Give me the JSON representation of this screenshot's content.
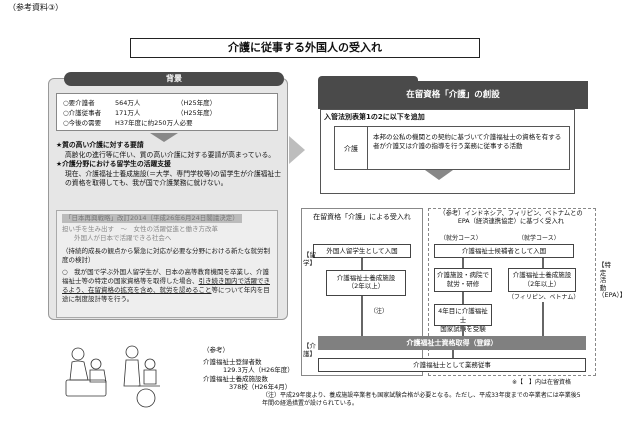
{
  "ref_label": "（参考資料③）",
  "title": "介護に従事する外国人の受入れ",
  "background": {
    "header": "背景",
    "stats": [
      {
        "bullet": "○要介護者",
        "value": "564万人",
        "note": "（H25年度）"
      },
      {
        "bullet": "○介護従事者",
        "value": "171万人",
        "note": "（H25年度）"
      },
      {
        "bullet": "○今後の需要",
        "value": "H37年度に約250万人必要",
        "note": ""
      }
    ],
    "need1_title": "★質の高い介護に対する要請",
    "need1_text": "高齢化の進行等に伴い、質の高い介護に対する要請が高まっている。",
    "need2_title": "★介護分野における留学生の活躍支援",
    "need2_text": "現在、介護福祉士養成施設(＝大学、専門学校等)の留学生が介護福祉士の資格を取得しても、我が国で介護業務に就けない。",
    "strategy_head": "「日本再興戦略」改訂2014（平成26年6月24日閣議決定）",
    "strategy_line1": "担い手を生み出す　～　女性の活躍促進と働き方改革",
    "strategy_line2": "外国人が日本で活躍できる社会へ",
    "strategy_line3": "（持続的成長の観点から緊急に対応が必要な分野における新たな就労制度の検討）",
    "strategy_line4a": "○　我が国で学ぶ外国人留学生が、日本の高等教育機関を卒業し、介護福祉士等の特定の国家資格等を取得した場合、",
    "strategy_line4b": "引き続き国内で活躍できるよう、在留資格の拡充を含め、就労を認めること",
    "strategy_line4c": "等について年内を目途に制度設計等を行う。",
    "ref_title": "（参考）",
    "ref_line1": "介護福祉士登録者数",
    "ref_line2": "129.3万人（H26年度）",
    "ref_line3": "介護福祉士養成施設数",
    "ref_line4": "378校（H26年4月）"
  },
  "right": {
    "header": "在留資格「介護」の創設",
    "law_title": "入管法別表第1の2に以下を追加",
    "law_key": "介護",
    "law_text": "本邦の公私の機関との契約に基づいて介護福祉士の資格を有する者が介護又は介護の指導を行う業務に従事する活動",
    "routeA_title": "在留資格「介護」による受入れ",
    "routeA_box1": "外国人留学生として入国",
    "routeA_box2a": "介護福祉士養成施設",
    "routeA_box2b": "（2年以上）",
    "routeA_side1": "【留学】",
    "routeA_side2": "【介護】",
    "note_mark": "（注）",
    "routeB_title1": "（参考）インドネシア、フィリピン、ベトナムとの",
    "routeB_title2": "EPA（経済連携協定）に基づく受入れ",
    "course1": "（就労コース）",
    "course2": "（就学コース）",
    "b_box1": "介護福祉士候補者として入国",
    "b_box2a": "介護施設・病院で就労・研修",
    "b_box3a": "介護福祉士養成施設",
    "b_box3b": "（2年以上）",
    "b_ph": "（フィリピン、ベトナム）",
    "b_box4a": "4年目に介護福祉士",
    "b_box4b": "国家試験を受験",
    "side_epa": "【特定活動（EPA）】",
    "exam_bar": "介護福祉士資格取得（登録）",
    "work_box": "介護福祉士として業務従事",
    "legend": "※【　】内は在留資格",
    "footnote1": "（注）平成29年度より、養成施設卒業者も国家試験合格が必要となる。ただし、平成33年度までの卒業者には卒業後5",
    "footnote2": "年間の経過措置が設けられている。"
  }
}
